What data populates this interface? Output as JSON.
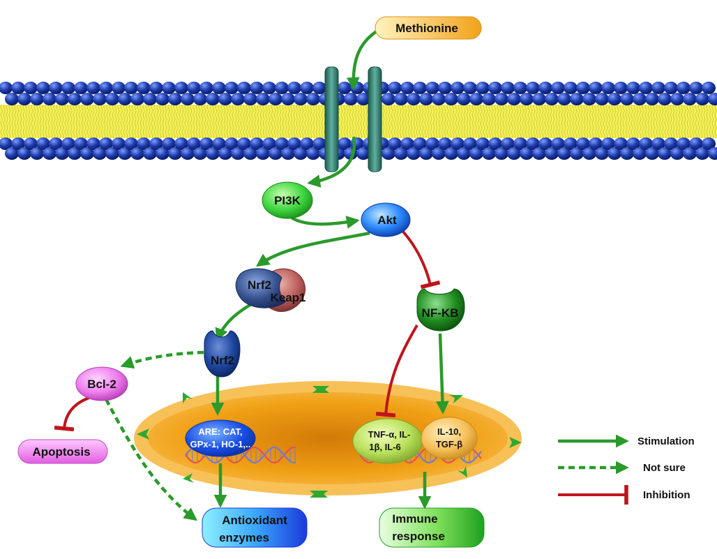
{
  "nodes": {
    "methionine": "Methionine",
    "pi3k": "PI3K",
    "akt": "Akt",
    "nrf2_keap1_nrf2": "Nrf2",
    "keap1": "Keap1",
    "nrf2": "Nrf2",
    "nfkb": "NF-KB",
    "bcl2": "Bcl-2",
    "apoptosis": "Apoptosis",
    "are_line1": "ARE: CAT,",
    "are_line2": "GPx-1, HO-1,..",
    "tnf_line1": "TNF-α, IL-",
    "tnf_line2": "1β, IL-6",
    "il10_line1": "IL-10,",
    "il10_line2": "TGF-β",
    "antioxidant_line1": "Antioxidant",
    "antioxidant_line2": "enzymes",
    "immune_line1": "Immune",
    "immune_line2": "response"
  },
  "legend": {
    "stimulation": "Stimulation",
    "not_sure": "Not sure",
    "inhibition": "Inhibition"
  },
  "colors": {
    "stimulation": "#2a9a2a",
    "inhibition": "#c0141c",
    "membrane_head": "#1f3fae",
    "membrane_tail": "#f2ee4a",
    "nucleus": "#f4a012",
    "channel": "#2f7a6a"
  }
}
